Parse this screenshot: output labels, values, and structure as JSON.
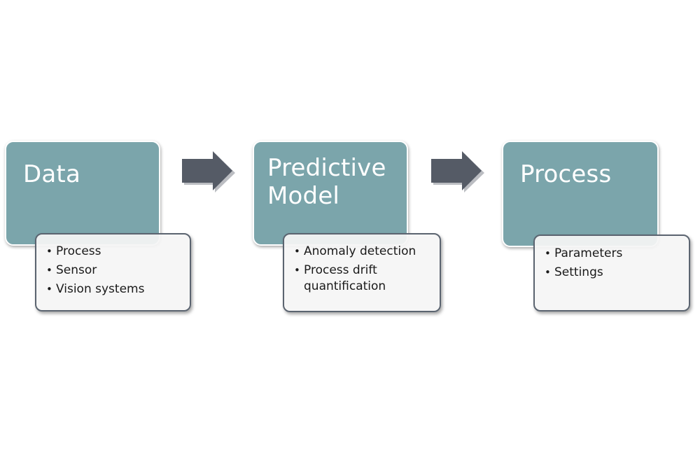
{
  "diagram": {
    "stages": [
      {
        "id": "data",
        "title": "Data",
        "items": [
          "Process",
          "Sensor",
          "Vision systems"
        ]
      },
      {
        "id": "predictive-model",
        "title": "Predictive\nModel",
        "items": [
          "Anomaly detection",
          "Process drift quantification"
        ]
      },
      {
        "id": "process",
        "title": "Process",
        "items": [
          "Parameters",
          "Settings"
        ]
      }
    ],
    "arrows": [
      {
        "from": "data",
        "to": "predictive-model",
        "icon": "right-arrow-icon"
      },
      {
        "from": "predictive-model",
        "to": "process",
        "icon": "right-arrow-icon"
      }
    ],
    "colors": {
      "head_fill": "#7ba5ab",
      "detail_fill": "#f4f4f4",
      "detail_border": "#5b6470",
      "arrow_fill": "#555b66",
      "title_text": "#ffffff",
      "body_text": "#1a1a1a"
    }
  }
}
